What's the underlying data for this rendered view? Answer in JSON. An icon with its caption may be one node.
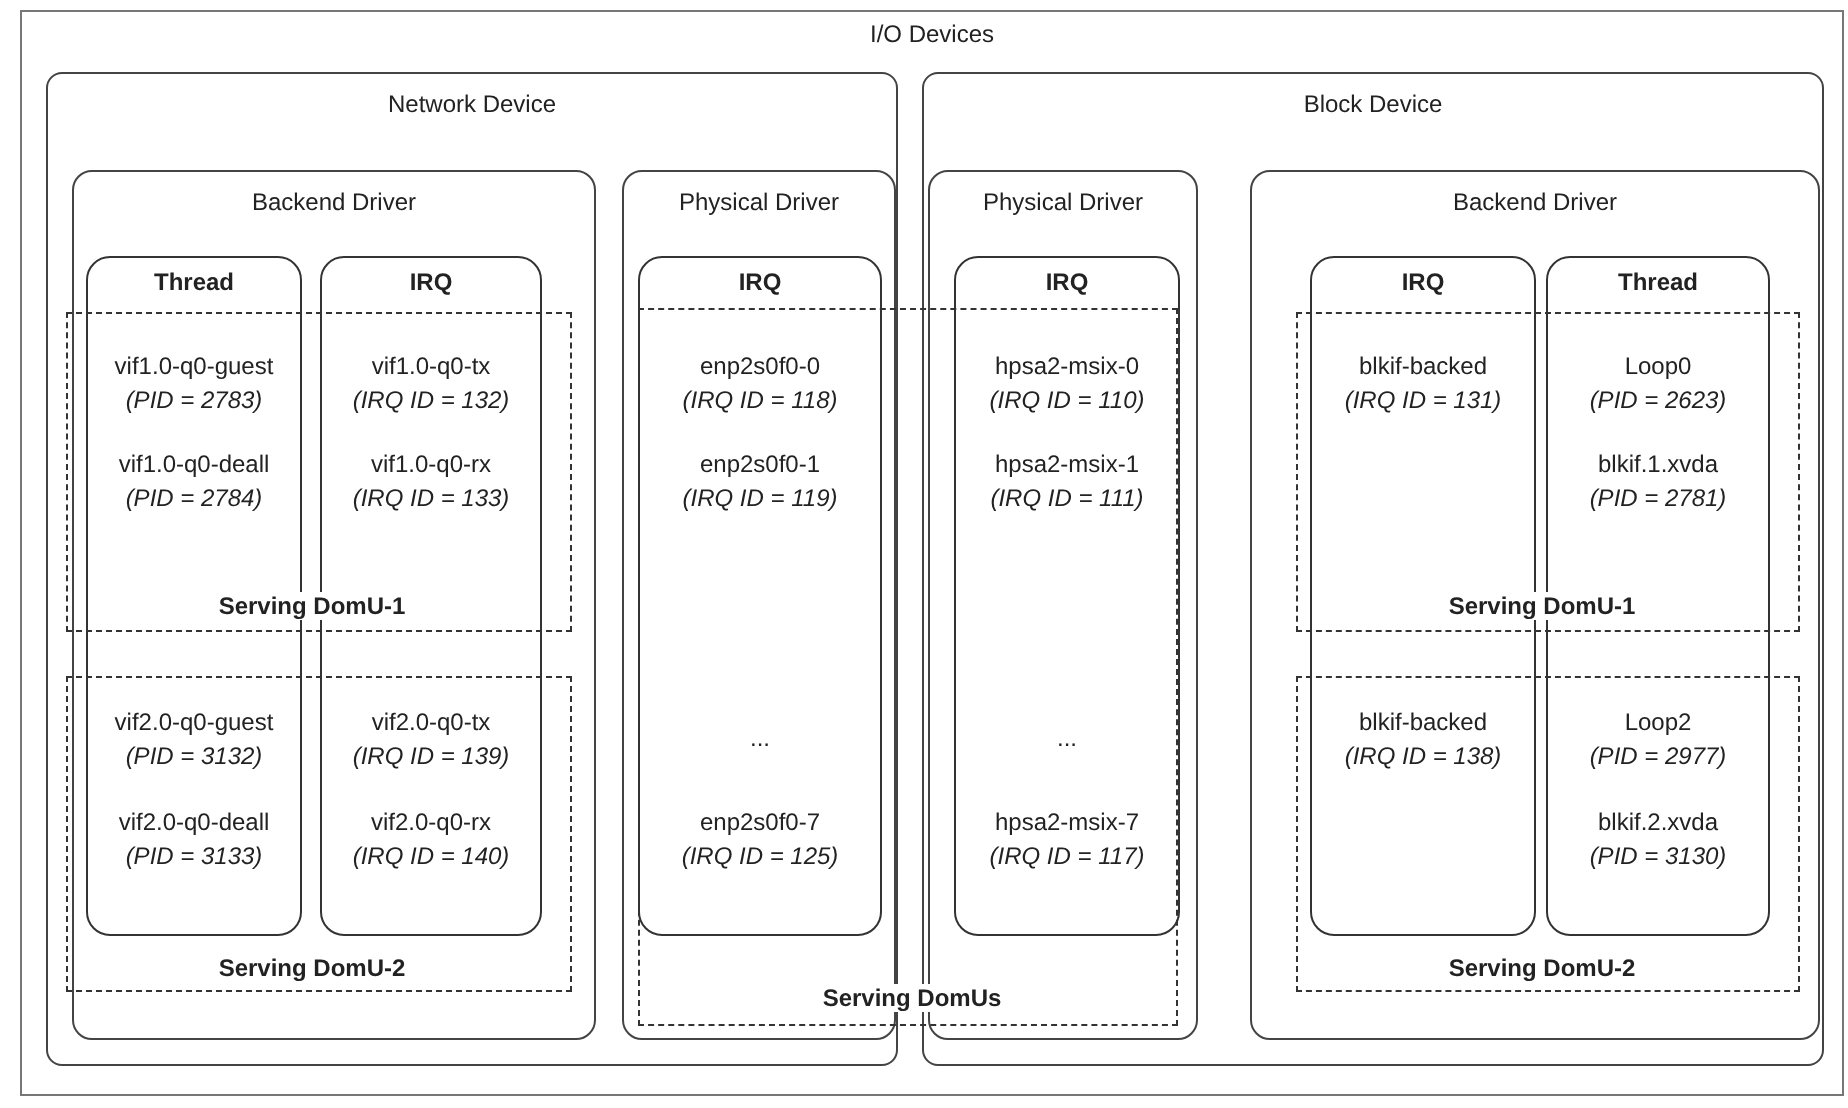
{
  "diagram": {
    "nodes": [
      {
        "text": [
          "I/O Devices"
        ]
      },
      {
        "text": [
          "Network Device"
        ],
        "in": 0
      },
      {
        "text": [
          "Backend Driver"
        ],
        "in": 1
      },
      {
        "text": [
          "Thread",
          "vif1.0-q0-guest",
          "(PID = 2783)",
          "vif1.0-q0-deall",
          "(PID = 2784)",
          "vif2.0-q0-guest",
          "(PID = 3132)",
          "vif2.0-q0-deall",
          "(PID = 3133)"
        ],
        "in": 2
      },
      {
        "text": [
          "IRQ",
          "vif1.0-q0-tx",
          "(IRQ ID = 132)",
          "vif1.0-q0-rx",
          "(IRQ ID = 133)",
          "vif2.0-q0-tx",
          "(IRQ ID = 139)",
          "vif2.0-q0-rx",
          "(IRQ ID = 140)"
        ],
        "in": 2
      },
      {
        "text": [
          "Serving DomU-1"
        ],
        "in": 2
      },
      {
        "text": [
          "Serving DomU-2"
        ],
        "in": 2
      },
      {
        "text": [
          "Physical Driver"
        ],
        "in": 1
      },
      {
        "text": [
          "IRQ",
          "enp2s0f0-0",
          "(IRQ ID = 118)",
          "enp2s0f0-1",
          "(IRQ ID = 119)",
          "...",
          "enp2s0f0-7",
          "(IRQ ID = 125)"
        ],
        "in": 7
      },
      {
        "text": [
          "Block Device"
        ],
        "in": 0
      },
      {
        "text": [
          "Physical Driver"
        ],
        "in": 9
      },
      {
        "text": [
          "IRQ",
          "hpsa2-msix-0",
          "(IRQ ID = 110)",
          "hpsa2-msix-1",
          "(IRQ ID = 111)",
          "...",
          "hpsa2-msix-7",
          "(IRQ ID = 117)"
        ],
        "in": 10
      },
      {
        "text": [
          "Serving DomUs"
        ],
        "in": 0
      },
      {
        "text": [
          "Backend Driver"
        ],
        "in": 9
      },
      {
        "text": [
          "IRQ",
          "blkif-backed",
          "(IRQ ID = 131)",
          "blkif-backed",
          "(IRQ ID = 138)"
        ],
        "in": 13
      },
      {
        "text": [
          "Thread",
          "Loop0",
          "(PID = 2623)",
          "blkif.1.xvda",
          "(PID = 2781)",
          "Loop2",
          "(PID = 2977)",
          "blkif.2.xvda",
          "(PID = 3130)"
        ],
        "in": 13
      },
      {
        "text": [
          "Serving DomU-1"
        ],
        "in": 13
      },
      {
        "text": [
          "Serving DomU-2"
        ],
        "in": 13
      }
    ]
  }
}
